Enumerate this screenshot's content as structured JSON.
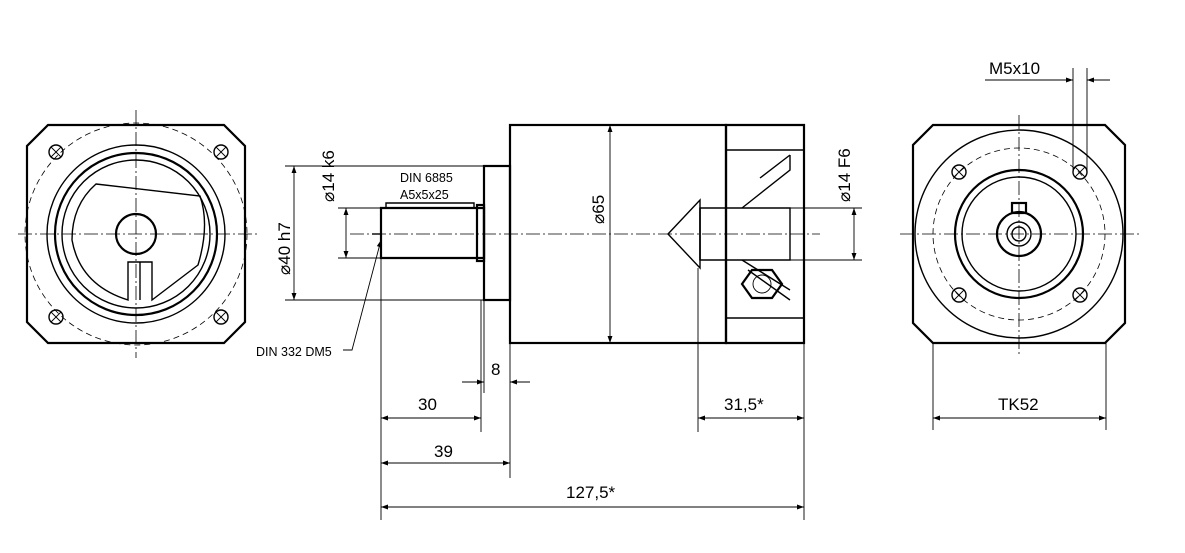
{
  "labels": {
    "shaft_dia": "⌀14 k6",
    "flange_dia": "⌀40 h7",
    "key_std": "DIN 6885",
    "key_size": "A5x5x25",
    "body_dia": "⌀65",
    "bore_dia": "⌀14 F6",
    "center_hole": "DIN 332 DM5",
    "thread": "M5x10",
    "bolt_circle": "TK52",
    "len_8": "8",
    "len_30": "30",
    "len_31_5": "31,5*",
    "len_39": "39",
    "len_127_5": "127,5*"
  }
}
